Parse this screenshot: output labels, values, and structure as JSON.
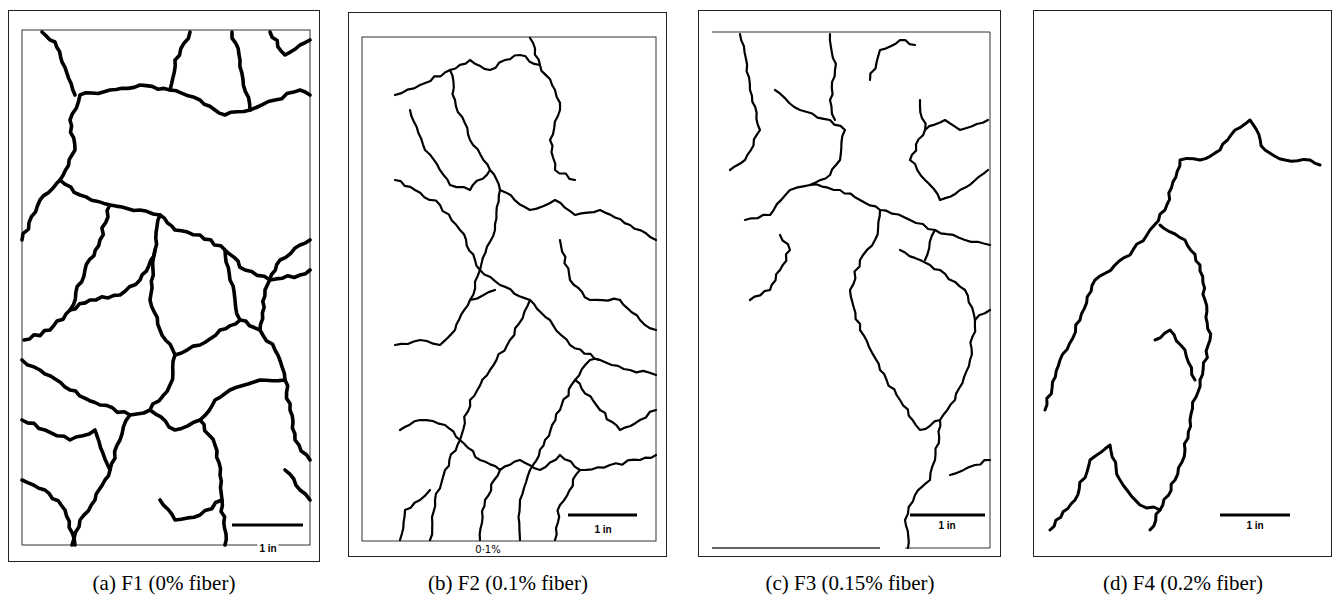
{
  "diagram": {
    "nodes": [
      {
        "text": [
          "1 in",
          "(a)  F1 (0% fiber)"
        ]
      },
      {
        "text": [
          "1 in",
          "0·1%",
          "(b) F2 (0.1% fiber)"
        ]
      },
      {
        "text": [
          "1 in",
          "(c) F3 (0.15% fiber)"
        ]
      },
      {
        "text": [
          "1 in",
          "(d) F4 (0.2% fiber)"
        ]
      }
    ]
  }
}
